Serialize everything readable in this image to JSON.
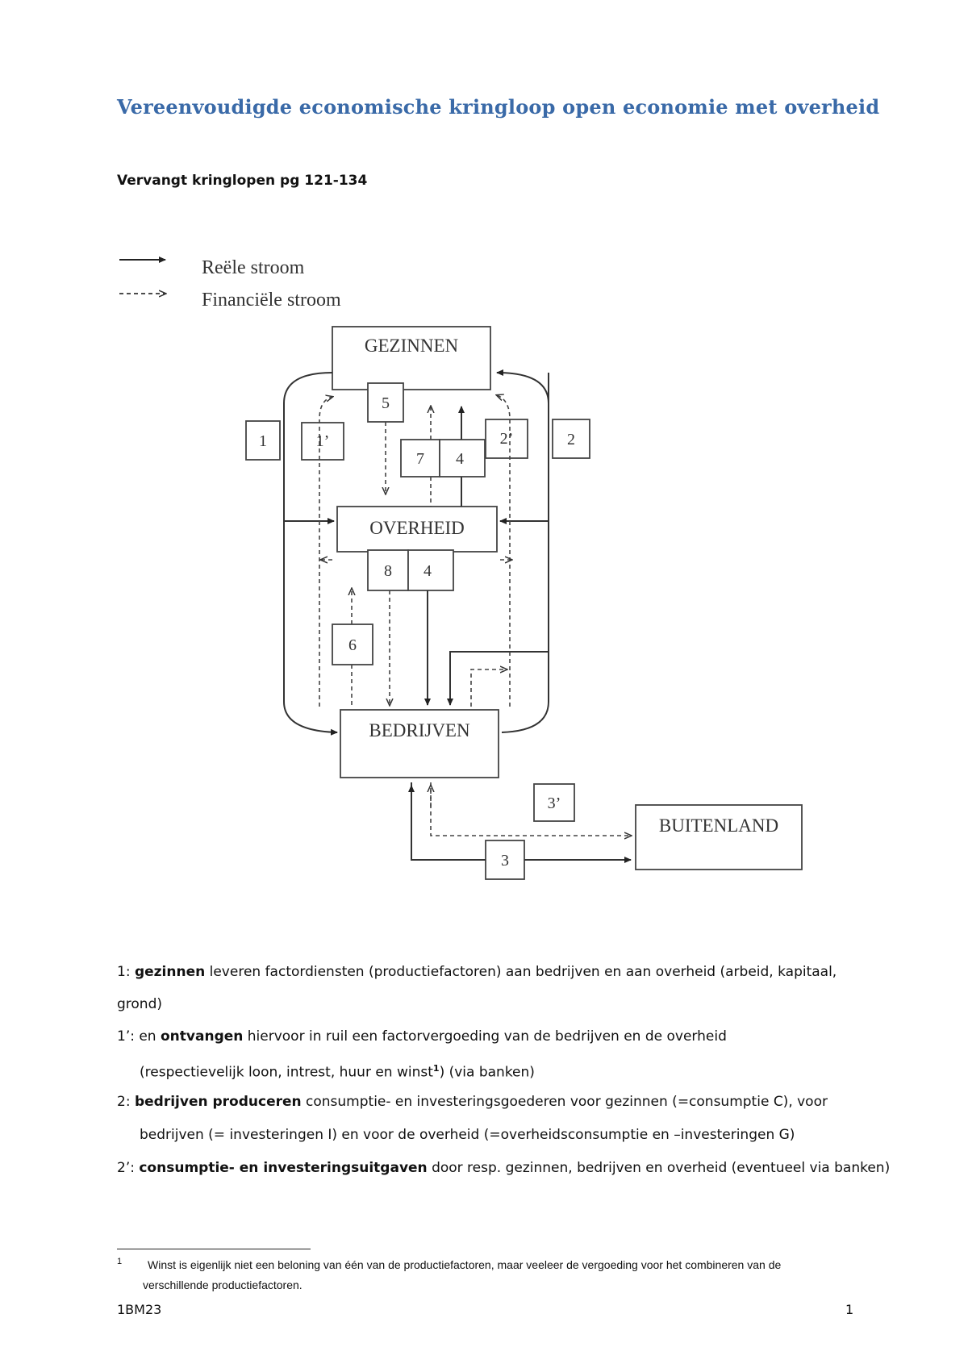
{
  "title": "Vereenvoudigde economische kringloop open economie met overheid",
  "subtitle": "Vervangt kringlopen pg 121-134",
  "legend": {
    "real_flow": "Reële stroom",
    "financial_flow": "Financiële stroom"
  },
  "diagram": {
    "gezinnen": "GEZINNEN",
    "overheid": "OVERHEID",
    "bedrijven": "BEDRIJVEN",
    "buitenland": "BUITENLAND",
    "labels": {
      "n1": "1",
      "n1p": "1’",
      "n2": "2",
      "n2p": "2’",
      "n3": "3",
      "n3p": "3’",
      "n4a": "4",
      "n4b": "4",
      "n5": "5",
      "n6": "6",
      "n7": "7",
      "n8": "8"
    }
  },
  "notes": {
    "l1_prefix": "1:  ",
    "l1_bold": "gezinnen",
    "l1_text": " leveren factordiensten (productiefactoren) aan bedrijven en aan overheid (arbeid, kapitaal,",
    "l1_cont": "grond)",
    "l2_prefix": "1’: en ",
    "l2_bold": "ontvangen",
    "l2_text": " hiervoor in ruil een factorvergoeding van de bedrijven en de overheid",
    "l2_cont_a": "(respectievelijk loon, intrest, huur en winst",
    "l2_sup": "1",
    "l2_cont_b": ") (via banken)",
    "l3_prefix": "2: ",
    "l3_bold": "bedrijven produceren",
    "l3_text": " consumptie- en investeringsgoederen voor gezinnen (=consumptie C), voor",
    "l3_cont": "bedrijven (= investeringen I) en voor de overheid (=overheidsconsumptie en –investeringen G)",
    "l4_prefix": "2’: ",
    "l4_bold": "consumptie- en investeringsuitgaven",
    "l4_text": " door resp. gezinnen, bedrijven en overheid (eventueel via banken)"
  },
  "footnote": {
    "number": "1",
    "line1": "Winst is eigenlijk niet een beloning van één van de productiefactoren, maar veeleer de vergoeding voor het combineren van de",
    "line2": "verschillende productiefactoren."
  },
  "footer": {
    "code": "1BM23",
    "page": "1"
  }
}
